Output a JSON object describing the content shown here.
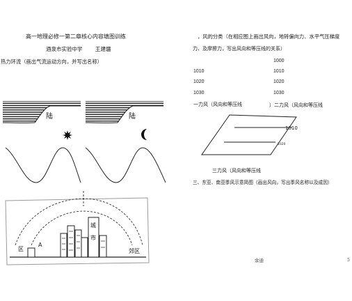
{
  "document": {
    "title": "高一地理必修一第二章核心内容填图训练",
    "school": "酒泉市实验中学",
    "author": "王建疆"
  },
  "thermal_circulation": {
    "heading": "热力环流（画出气流运动方向，并写出名称）",
    "land_label_day": "陆",
    "land_label_night": "陆",
    "sun_icon": "sun-icon",
    "moon_icon": "moon-icon",
    "urban": {
      "left_label": "区",
      "point_label": "A",
      "city_label_1": "城",
      "city_label_2": "市",
      "right_label": "郊区"
    }
  },
  "wind": {
    "heading_line1": "，风的分类（在相应图上画出风向，地转偏向力、水平气压梯度",
    "heading_line2": "力、及摩擦力，写出风向和等压线的关系）",
    "isobars_left": [
      "1010",
      "1020",
      "1030"
    ],
    "isobars_right": [
      "1000",
      "1010",
      "1020",
      "1030"
    ],
    "one_force_caption": "一力风（风向和等压线",
    "two_force_caption": "）二力风（风向和等压线",
    "three_force_isobars": [
      "1010",
      "1020"
    ],
    "three_force_caption": "三力风（风向和等压线"
  },
  "monsoon": {
    "heading": "三、东亚、南亚季风示意简图（画出风向，写出季风名称以及成因）"
  },
  "footer": {
    "text": "余迪",
    "page_number": "5"
  }
}
